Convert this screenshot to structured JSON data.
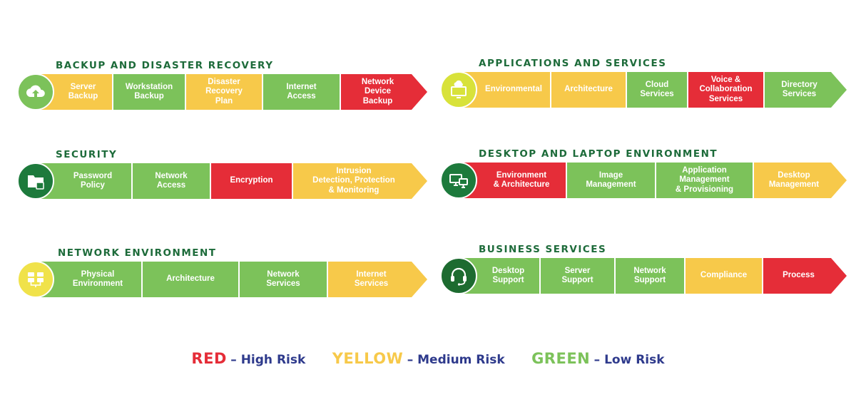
{
  "sections": {
    "backup": {
      "title": "BACKUP AND DISASTER RECOVERY",
      "icon": "cloud-upload-icon",
      "items": [
        "Server\nBackup",
        "Workstation\nBackup",
        "Disaster\nRecovery\nPlan",
        "Internet\nAccess",
        "Network\nDevice\nBackup"
      ],
      "risks": [
        "yellow",
        "green",
        "yellow",
        "green",
        "red"
      ]
    },
    "security": {
      "title": "SECURITY",
      "icon": "folder-lock-icon",
      "items": [
        "Password\nPolicy",
        "Network\nAccess",
        "Encryption",
        "Intrusion\nDetection, Protection\n& Monitoring"
      ],
      "risks": [
        "green",
        "green",
        "red",
        "yellow"
      ]
    },
    "network": {
      "title": "NETWORK ENVIRONMENT",
      "icon": "server-network-icon",
      "items": [
        "Physical\nEnvironment",
        "Architecture",
        "Network\nServices",
        "Internet\nServices"
      ],
      "risks": [
        "green",
        "green",
        "green",
        "yellow"
      ]
    },
    "applications": {
      "title": "APPLICATIONS AND SERVICES",
      "icon": "cloud-monitor-icon",
      "items": [
        "Environmental",
        "Architecture",
        "Cloud\nServices",
        "Voice &\nCollaboration\nServices",
        "Directory\nServices"
      ],
      "risks": [
        "yellow",
        "yellow",
        "green",
        "red",
        "green"
      ]
    },
    "desktop": {
      "title": "DESKTOP AND LAPTOP ENVIRONMENT",
      "icon": "monitors-icon",
      "items": [
        "Environment\n& Architecture",
        "Image\nManagement",
        "Application\nManagement\n& Provisioning",
        "Desktop\nManagement"
      ],
      "risks": [
        "red",
        "green",
        "green",
        "yellow"
      ]
    },
    "business": {
      "title": "BUSINESS SERVICES",
      "icon": "headset-icon",
      "items": [
        "Desktop\nSupport",
        "Server\nSupport",
        "Network\nSupport",
        "Compliance",
        "Process"
      ],
      "risks": [
        "green",
        "green",
        "green",
        "yellow",
        "red"
      ]
    }
  },
  "legend": {
    "red_word": "RED",
    "red_desc": "– High Risk",
    "yellow_word": "YELLOW",
    "yellow_desc": "– Medium Risk",
    "green_word": "GREEN",
    "green_desc": "– Low Risk"
  },
  "colors": {
    "red": "#e52d38",
    "yellow": "#f7c94a",
    "green": "#7cc25a",
    "title": "#1d6b3a",
    "legend_text": "#2e3a8c"
  }
}
